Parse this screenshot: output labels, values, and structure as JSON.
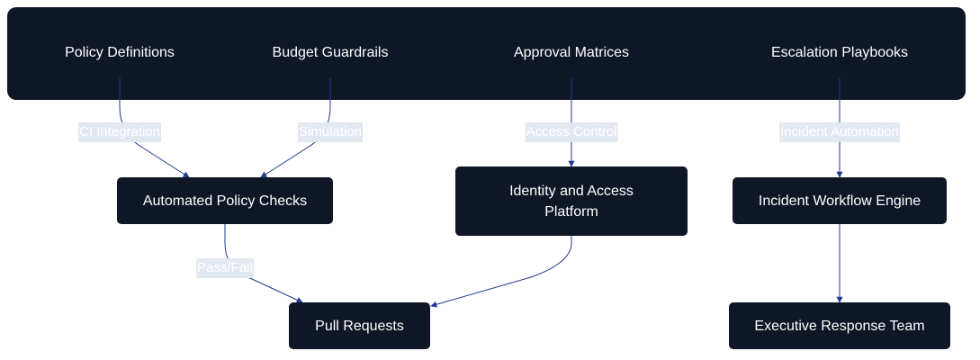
{
  "diagram": {
    "groups": [
      {
        "label": "Policy Definitions"
      },
      {
        "label": "Budget Guardrails"
      },
      {
        "label": "Approval Matrices"
      },
      {
        "label": "Escalation Playbooks"
      }
    ],
    "nodes": {
      "automated_policy_checks": "Automated Policy Checks",
      "identity_access_line1": "Identity and Access",
      "identity_access_line2": "Platform",
      "incident_workflow_engine": "Incident Workflow Engine",
      "pull_requests": "Pull Requests",
      "executive_response_team": "Executive Response Team"
    },
    "edge_labels": {
      "ci_integration": "CI Integration",
      "simulation": "Simulation",
      "access_control": "Access Control",
      "incident_automation": "Incident Automation",
      "pass_fail": "Pass/Fail"
    },
    "colors": {
      "node_fill": "#0f1626",
      "node_text": "#ffffff",
      "edge": "#1e3a8a",
      "edge_label_bg": "#e2e8f0"
    }
  }
}
